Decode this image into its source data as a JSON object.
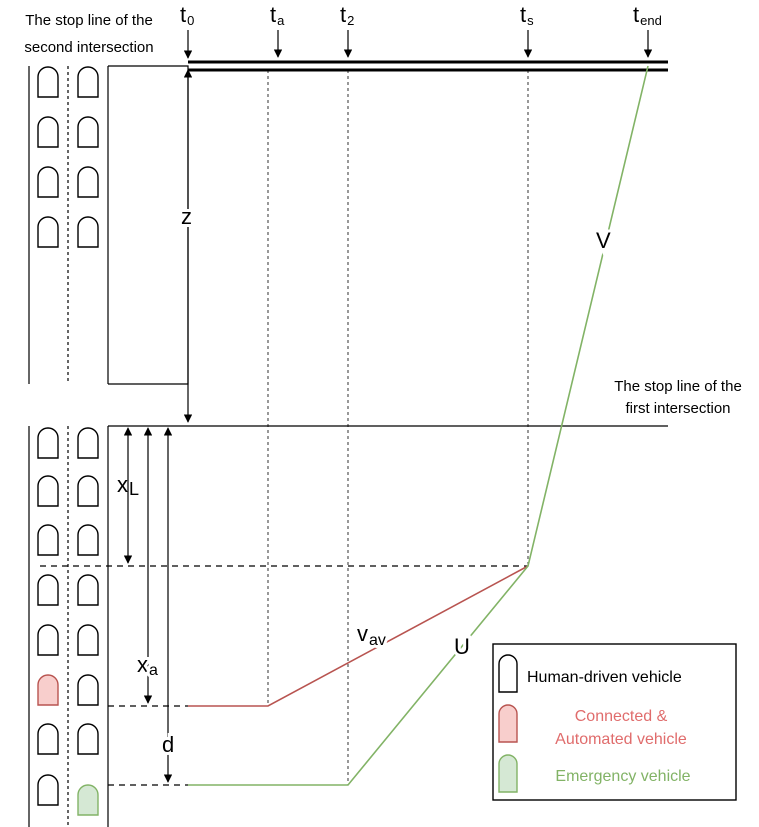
{
  "labels": {
    "second_line_1": "The stop line of the",
    "second_line_2": "second intersection",
    "first_line_1": "The stop line of the",
    "first_line_2": "first intersection"
  },
  "time_marks": {
    "t0": {
      "base": "t",
      "sub": "0"
    },
    "ta": {
      "base": "t",
      "sub": "a"
    },
    "t2": {
      "base": "t",
      "sub": "2"
    },
    "ts": {
      "base": "t",
      "sub": "s"
    },
    "tend": {
      "base": "t",
      "sub": "end"
    }
  },
  "dimensions": {
    "z": "z",
    "xL": {
      "base": "x",
      "sub": "L"
    },
    "xa": {
      "base": "x",
      "sub": "a"
    },
    "d": "d"
  },
  "speeds": {
    "V": "V",
    "U": "U",
    "vav": {
      "base": "v",
      "sub": "av"
    }
  },
  "legend": {
    "human": "Human-driven vehicle",
    "cav_line1": "Connected &",
    "cav_line2": "Automated vehicle",
    "ev": "Emergency vehicle"
  },
  "colors": {
    "cav_fill": "#F8CECC",
    "cav_stroke": "#B85450",
    "cav_line": "#B85450",
    "cav_text": "#E06C6C",
    "ev_fill": "#D5E8D4",
    "ev_stroke": "#82B366",
    "ev_line": "#82B366",
    "ev_text": "#82B366"
  }
}
